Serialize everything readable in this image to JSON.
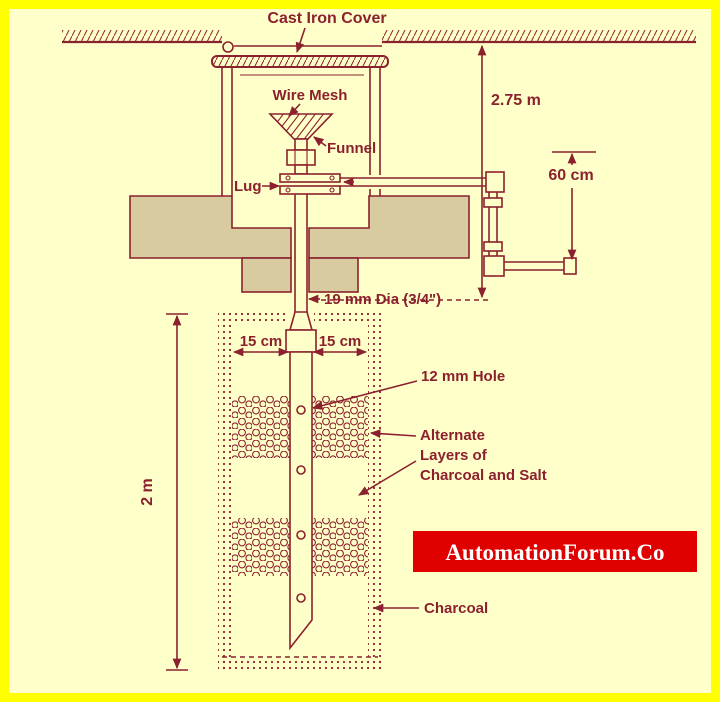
{
  "labels": {
    "cast_iron_cover": "Cast Iron Cover",
    "wire_mesh": "Wire Mesh",
    "funnel": "Funnel",
    "lug": "Lug",
    "pipe_dia": "19 mm Dia (3/4\")",
    "hole": "12 mm Hole",
    "alt_layers_1": "Alternate",
    "alt_layers_2": "Layers of",
    "alt_layers_3": "Charcoal and Salt",
    "charcoal": "Charcoal"
  },
  "dimensions": {
    "chamber_depth": "2.75 m",
    "conduit_run": "60 cm",
    "clearance_left": "15 cm",
    "clearance_right": "15 cm",
    "electrode_depth": "2 m"
  },
  "watermark": {
    "text": "AutomationForum.Co",
    "bg": "#E00000",
    "fg": "#FFFFFF"
  },
  "colors": {
    "line": "#8B212E",
    "masonry": "#D8CBA0",
    "background": "#FFFFC9",
    "frame": "#FFFF00"
  }
}
